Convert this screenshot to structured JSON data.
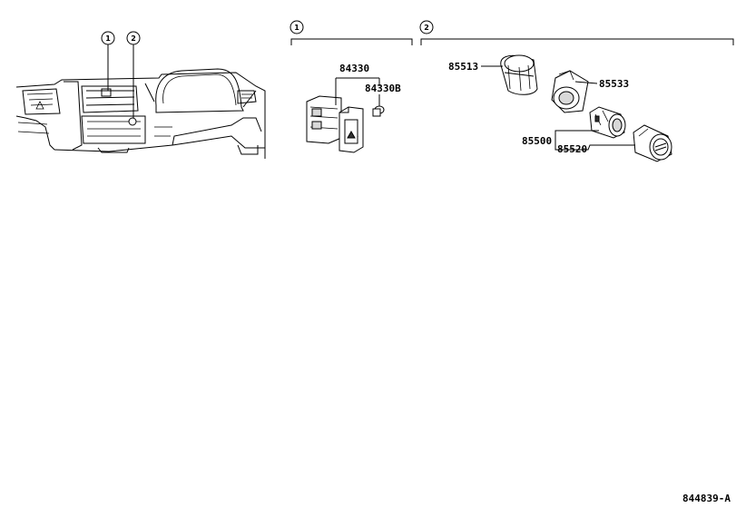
{
  "callouts": [
    "1",
    "2"
  ],
  "parts": {
    "p84330": "84330",
    "p84330b": "84330B",
    "p85513": "85513",
    "p85533": "85533",
    "p85500": "85500",
    "p85520": "85520"
  },
  "reference": "844839-A"
}
